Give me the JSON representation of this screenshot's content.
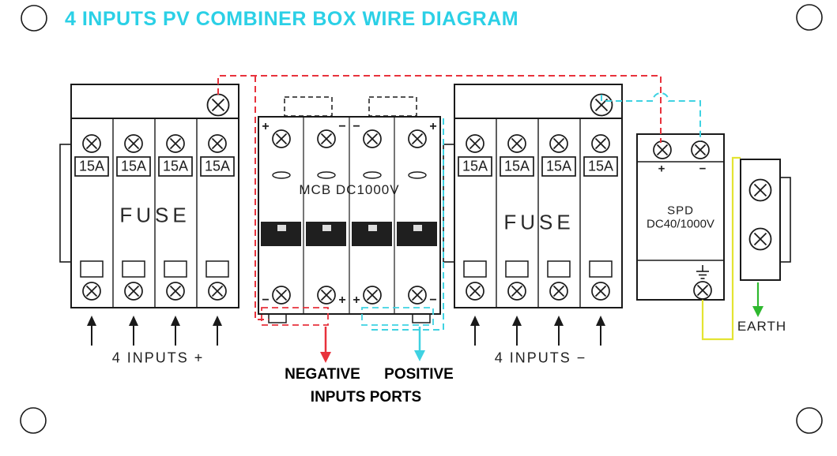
{
  "title": "4 INPUTS PV COMBINER BOX WIRE DIAGRAM",
  "colors": {
    "title": "#2bd0e6",
    "line": "#1a1a1a",
    "negative_wire": "#e8323c",
    "positive_wire": "#3fd2e2",
    "earth_wire": "#e4e432",
    "earth_arrow": "#2eb82e"
  },
  "left_fuse": {
    "label": "FUSE",
    "ratings": [
      "15A",
      "15A",
      "15A",
      "15A"
    ],
    "caption": "4 INPUTS +"
  },
  "right_fuse": {
    "label": "FUSE",
    "ratings": [
      "15A",
      "15A",
      "15A",
      "15A"
    ],
    "caption": "4 INPUTS −"
  },
  "mcb": {
    "label": "MCB DC1000V",
    "top_polarity": [
      "+",
      "−",
      "−",
      "+"
    ],
    "bottom_polarity": [
      "−",
      "+",
      "+",
      "−"
    ]
  },
  "spd": {
    "line1": "SPD",
    "line2": "DC40/1000V",
    "plus": "+",
    "minus": "−"
  },
  "captions": {
    "negative": "NEGATIVE",
    "positive": "POSITIVE",
    "ports": "INPUTS PORTS",
    "earth": "EARTH"
  }
}
